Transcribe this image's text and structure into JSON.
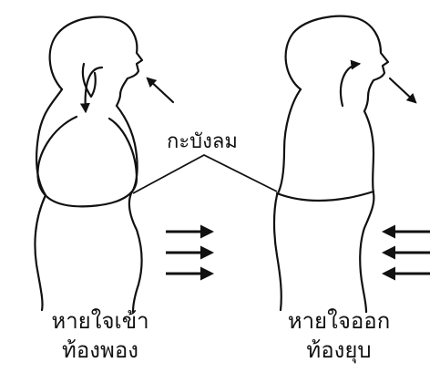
{
  "diaphragm_label": "กะบังลม",
  "inhale": {
    "line1": "หายใจเข้า",
    "line2": "ท้องพอง"
  },
  "exhale": {
    "line1": "หายใจออก",
    "line2": "ท้องยุบ"
  },
  "colors": {
    "ink": "#111111",
    "background": "#ffffff"
  }
}
